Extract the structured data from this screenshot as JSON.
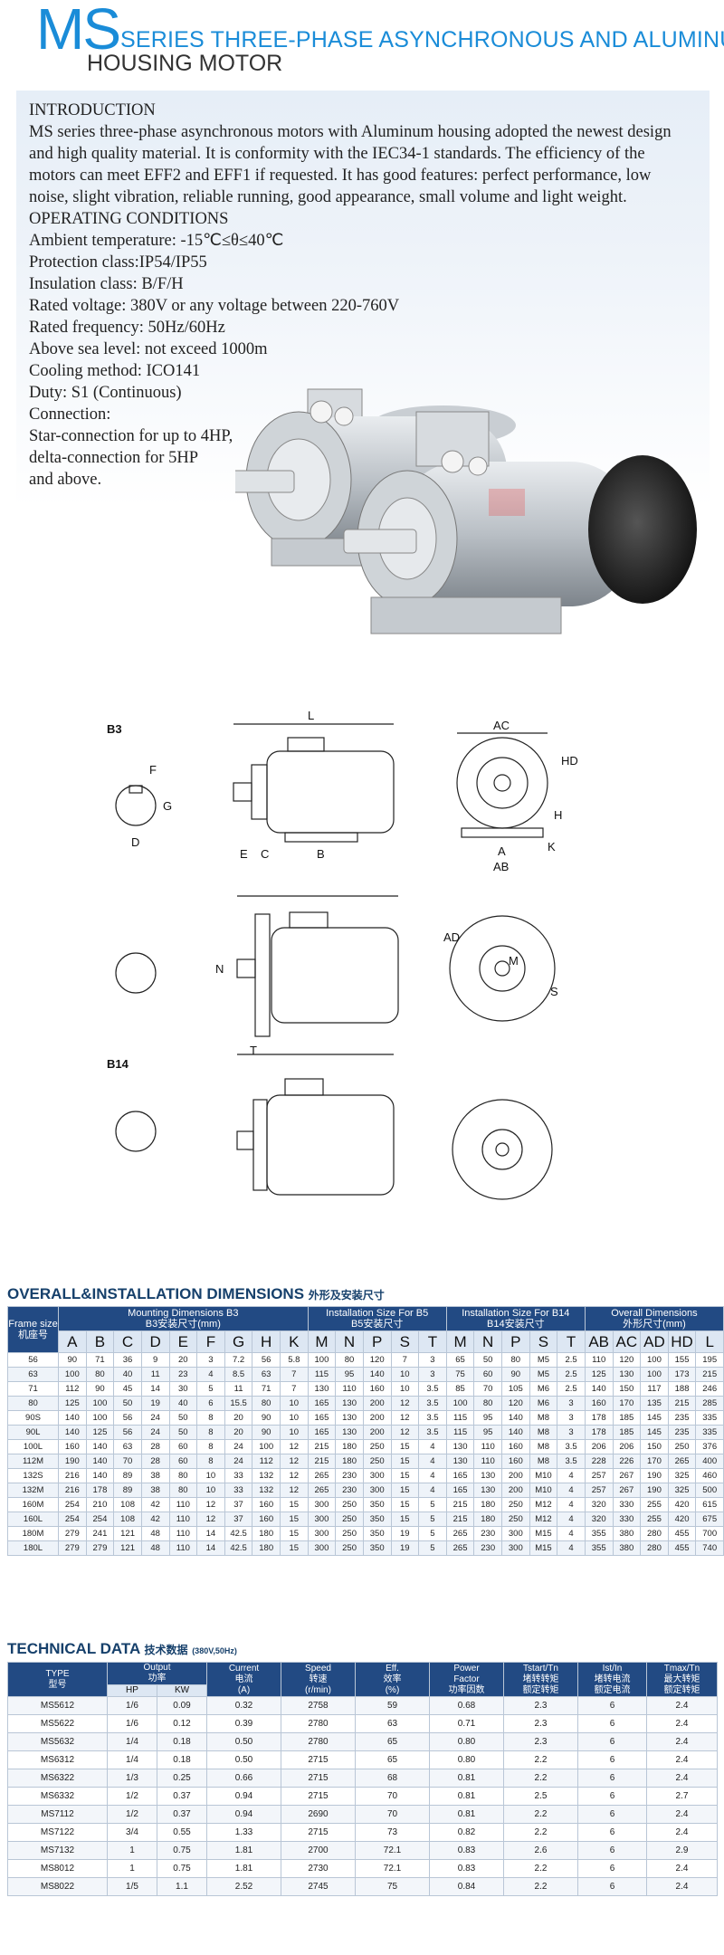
{
  "header": {
    "ms": "MS",
    "line1": "SERIES THREE-PHASE ASYNCHRONOUS AND ALUMINUM",
    "line2": "HOUSING MOTOR"
  },
  "intro": {
    "lines": [
      "INTRODUCTION",
      "MS series three-phase asynchronous motors with Aluminum housing adopted the newest design",
      "and high quality material. It is conformity with the IEC34-1 standards. The efficiency of the",
      "motors can meet EFF2 and EFF1 if requested. It has good features: perfect performance, low",
      "noise, slight vibration, reliable running, good appearance, small volume and light weight.",
      "OPERATING CONDITIONS",
      "Ambient temperature: -15℃≤θ≤40℃",
      "Protection class:IP54/IP55",
      "Insulation class: B/F/H",
      "Rated voltage: 380V or any voltage between 220-760V",
      "Rated frequency: 50Hz/60Hz",
      "Above sea level: not exceed 1000m",
      "Cooling method: ICO141",
      "Duty: S1 (Continuous)",
      "Connection:",
      "Star-connection for up to 4HP,",
      "delta-connection for 5HP",
      "and above."
    ]
  },
  "diagrams": {
    "b3": "B3",
    "b14": "B14",
    "labels": {
      "L": "L",
      "AC": "AC",
      "HD": "HD",
      "H": "H",
      "A": "A",
      "AB": "AB",
      "K": "K",
      "C": "C",
      "E": "E",
      "B": "B",
      "F": "F",
      "G": "G",
      "D": "D",
      "N": "N",
      "T": "T",
      "M": "M",
      "S": "S",
      "AD": "AD"
    }
  },
  "dims": {
    "title": "OVERALL&INSTALLATION DIMENSIONS",
    "title_cn": "外形及安装尺寸",
    "frame": "Frame size",
    "frame_cn": "机座号",
    "groups": [
      {
        "en": "Mounting Dimensions B3",
        "cn": "B3安装尺寸(mm)"
      },
      {
        "en": "Installation Size For B5",
        "cn": "B5安装尺寸"
      },
      {
        "en": "Installation Size For B14",
        "cn": "B14安装尺寸"
      },
      {
        "en": "Overall Dimensions",
        "cn": "外形尺寸(mm)"
      }
    ],
    "cols": [
      "A",
      "B",
      "C",
      "D",
      "E",
      "F",
      "G",
      "H",
      "K",
      "M",
      "N",
      "P",
      "S",
      "T",
      "M",
      "N",
      "P",
      "S",
      "T",
      "AB",
      "AC",
      "AD",
      "HD",
      "L"
    ],
    "rows": [
      [
        "56",
        "90",
        "71",
        "36",
        "9",
        "20",
        "3",
        "7.2",
        "56",
        "5.8",
        "100",
        "80",
        "120",
        "7",
        "3",
        "65",
        "50",
        "80",
        "M5",
        "2.5",
        "110",
        "120",
        "100",
        "155",
        "195"
      ],
      [
        "63",
        "100",
        "80",
        "40",
        "11",
        "23",
        "4",
        "8.5",
        "63",
        "7",
        "115",
        "95",
        "140",
        "10",
        "3",
        "75",
        "60",
        "90",
        "M5",
        "2.5",
        "125",
        "130",
        "100",
        "173",
        "215"
      ],
      [
        "71",
        "112",
        "90",
        "45",
        "14",
        "30",
        "5",
        "11",
        "71",
        "7",
        "130",
        "110",
        "160",
        "10",
        "3.5",
        "85",
        "70",
        "105",
        "M6",
        "2.5",
        "140",
        "150",
        "117",
        "188",
        "246"
      ],
      [
        "80",
        "125",
        "100",
        "50",
        "19",
        "40",
        "6",
        "15.5",
        "80",
        "10",
        "165",
        "130",
        "200",
        "12",
        "3.5",
        "100",
        "80",
        "120",
        "M6",
        "3",
        "160",
        "170",
        "135",
        "215",
        "285"
      ],
      [
        "90S",
        "140",
        "100",
        "56",
        "24",
        "50",
        "8",
        "20",
        "90",
        "10",
        "165",
        "130",
        "200",
        "12",
        "3.5",
        "115",
        "95",
        "140",
        "M8",
        "3",
        "178",
        "185",
        "145",
        "235",
        "335"
      ],
      [
        "90L",
        "140",
        "125",
        "56",
        "24",
        "50",
        "8",
        "20",
        "90",
        "10",
        "165",
        "130",
        "200",
        "12",
        "3.5",
        "115",
        "95",
        "140",
        "M8",
        "3",
        "178",
        "185",
        "145",
        "235",
        "335"
      ],
      [
        "100L",
        "160",
        "140",
        "63",
        "28",
        "60",
        "8",
        "24",
        "100",
        "12",
        "215",
        "180",
        "250",
        "15",
        "4",
        "130",
        "110",
        "160",
        "M8",
        "3.5",
        "206",
        "206",
        "150",
        "250",
        "376"
      ],
      [
        "112M",
        "190",
        "140",
        "70",
        "28",
        "60",
        "8",
        "24",
        "112",
        "12",
        "215",
        "180",
        "250",
        "15",
        "4",
        "130",
        "110",
        "160",
        "M8",
        "3.5",
        "228",
        "226",
        "170",
        "265",
        "400"
      ],
      [
        "132S",
        "216",
        "140",
        "89",
        "38",
        "80",
        "10",
        "33",
        "132",
        "12",
        "265",
        "230",
        "300",
        "15",
        "4",
        "165",
        "130",
        "200",
        "M10",
        "4",
        "257",
        "267",
        "190",
        "325",
        "460"
      ],
      [
        "132M",
        "216",
        "178",
        "89",
        "38",
        "80",
        "10",
        "33",
        "132",
        "12",
        "265",
        "230",
        "300",
        "15",
        "4",
        "165",
        "130",
        "200",
        "M10",
        "4",
        "257",
        "267",
        "190",
        "325",
        "500"
      ],
      [
        "160M",
        "254",
        "210",
        "108",
        "42",
        "110",
        "12",
        "37",
        "160",
        "15",
        "300",
        "250",
        "350",
        "15",
        "5",
        "215",
        "180",
        "250",
        "M12",
        "4",
        "320",
        "330",
        "255",
        "420",
        "615"
      ],
      [
        "160L",
        "254",
        "254",
        "108",
        "42",
        "110",
        "12",
        "37",
        "160",
        "15",
        "300",
        "250",
        "350",
        "15",
        "5",
        "215",
        "180",
        "250",
        "M12",
        "4",
        "320",
        "330",
        "255",
        "420",
        "675"
      ],
      [
        "180M",
        "279",
        "241",
        "121",
        "48",
        "110",
        "14",
        "42.5",
        "180",
        "15",
        "300",
        "250",
        "350",
        "19",
        "5",
        "265",
        "230",
        "300",
        "M15",
        "4",
        "355",
        "380",
        "280",
        "455",
        "700"
      ],
      [
        "180L",
        "279",
        "279",
        "121",
        "48",
        "110",
        "14",
        "42.5",
        "180",
        "15",
        "300",
        "250",
        "350",
        "19",
        "5",
        "265",
        "230",
        "300",
        "M15",
        "4",
        "355",
        "380",
        "280",
        "455",
        "740"
      ]
    ]
  },
  "tech": {
    "title": "TECHNICAL DATA",
    "title_cn": "技术数据",
    "title_note": "(380V,50Hz)",
    "headers": {
      "type": "TYPE",
      "type_cn": "型号",
      "output": "Output",
      "output_cn": "功率",
      "hp": "HP",
      "kw": "KW",
      "current": "Current",
      "current_cn": "电流",
      "current_u": "(A)",
      "speed": "Speed",
      "speed_cn": "转速",
      "speed_u": "(r/min)",
      "eff": "Eff.",
      "eff_cn": "效率",
      "eff_u": "(%)",
      "pf": "Power",
      "pf2": "Factor",
      "pf_cn": "功率因数",
      "ts": "Tstart/Tn",
      "ts_cn1": "堵转转矩",
      "ts_cn2": "额定转矩",
      "ist": "Ist/In",
      "ist_cn1": "堵转电流",
      "ist_cn2": "额定电流",
      "tmax": "Tmax/Tn",
      "tmax_cn1": "最大转矩",
      "tmax_cn2": "额定转矩"
    },
    "rows": [
      [
        "MS5612",
        "1/6",
        "0.09",
        "0.32",
        "2758",
        "59",
        "0.68",
        "2.3",
        "6",
        "2.4"
      ],
      [
        "MS5622",
        "1/6",
        "0.12",
        "0.39",
        "2780",
        "63",
        "0.71",
        "2.3",
        "6",
        "2.4"
      ],
      [
        "MS5632",
        "1/4",
        "0.18",
        "0.50",
        "2780",
        "65",
        "0.80",
        "2.3",
        "6",
        "2.4"
      ],
      [
        "MS6312",
        "1/4",
        "0.18",
        "0.50",
        "2715",
        "65",
        "0.80",
        "2.2",
        "6",
        "2.4"
      ],
      [
        "MS6322",
        "1/3",
        "0.25",
        "0.66",
        "2715",
        "68",
        "0.81",
        "2.2",
        "6",
        "2.4"
      ],
      [
        "MS6332",
        "1/2",
        "0.37",
        "0.94",
        "2715",
        "70",
        "0.81",
        "2.5",
        "6",
        "2.7"
      ],
      [
        "MS7112",
        "1/2",
        "0.37",
        "0.94",
        "2690",
        "70",
        "0.81",
        "2.2",
        "6",
        "2.4"
      ],
      [
        "MS7122",
        "3/4",
        "0.55",
        "1.33",
        "2715",
        "73",
        "0.82",
        "2.2",
        "6",
        "2.4"
      ],
      [
        "MS7132",
        "1",
        "0.75",
        "1.81",
        "2700",
        "72.1",
        "0.83",
        "2.6",
        "6",
        "2.9"
      ],
      [
        "MS8012",
        "1",
        "0.75",
        "1.81",
        "2730",
        "72.1",
        "0.83",
        "2.2",
        "6",
        "2.4"
      ],
      [
        "MS8022",
        "1/5",
        "1.1",
        "2.52",
        "2745",
        "75",
        "0.84",
        "2.2",
        "6",
        "2.4"
      ]
    ]
  }
}
